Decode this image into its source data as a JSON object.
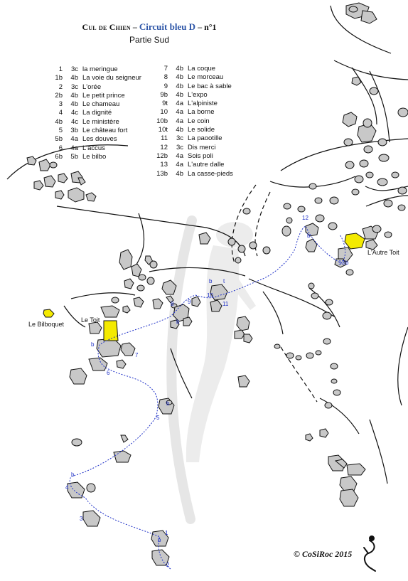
{
  "header": {
    "area": "Cul de Chien",
    "sep1": " – ",
    "circuit": "Circuit bleu D",
    "sep2": " – n°1",
    "subtitle": "Partie Sud"
  },
  "routes_left": [
    {
      "num": "1",
      "grade": "3c",
      "name": "la meringue"
    },
    {
      "num": "1b",
      "grade": "4b",
      "name": "La voie du seigneur"
    },
    {
      "num": "2",
      "grade": "3c",
      "name": "L'orée"
    },
    {
      "num": "2b",
      "grade": "4b",
      "name": "Le petit prince"
    },
    {
      "num": "3",
      "grade": "4b",
      "name": "Le chameau"
    },
    {
      "num": "4",
      "grade": "4c",
      "name": "La dignité"
    },
    {
      "num": "4b",
      "grade": "4c",
      "name": "Le ministère"
    },
    {
      "num": "5",
      "grade": "3b",
      "name": "Le château fort"
    },
    {
      "num": "5b",
      "grade": "4a",
      "name": "Les douves"
    },
    {
      "num": "6",
      "grade": "4a",
      "name": "L'accus"
    },
    {
      "num": "6b",
      "grade": "5b",
      "name": "Le bilbo"
    }
  ],
  "routes_right": [
    {
      "num": "7",
      "grade": "4b",
      "name": "La coque"
    },
    {
      "num": "8",
      "grade": "4b",
      "name": "Le morceau"
    },
    {
      "num": "9",
      "grade": "4b",
      "name": "Le bac à sable"
    },
    {
      "num": "9b",
      "grade": "4b",
      "name": "L'expo"
    },
    {
      "num": "9t",
      "grade": "4a",
      "name": "L'alpiniste"
    },
    {
      "num": "10",
      "grade": "4a",
      "name": "La borne"
    },
    {
      "num": "10b",
      "grade": "4a",
      "name": "Le coin"
    },
    {
      "num": "10t",
      "grade": "4b",
      "name": "Le solide"
    },
    {
      "num": "11",
      "grade": "3c",
      "name": "La paootille"
    },
    {
      "num": "12",
      "grade": "3c",
      "name": "Dis merci"
    },
    {
      "num": "12b",
      "grade": "4a",
      "name": "Sois poli"
    },
    {
      "num": "13",
      "grade": "4a",
      "name": "L'autre dalle"
    },
    {
      "num": "13b",
      "grade": "4b",
      "name": "La  casse-pieds"
    }
  ],
  "places": {
    "le_bilboquet": "Le Bilboquet",
    "le_toit": "Le Toit",
    "l_autre_toit": "L'Autre Toit"
  },
  "markers": [
    {
      "id": "m1",
      "text": "1"
    },
    {
      "id": "m1b",
      "text": "b"
    },
    {
      "id": "m2",
      "text": "2"
    },
    {
      "id": "m3",
      "text": "3"
    },
    {
      "id": "m4",
      "text": "4"
    },
    {
      "id": "m4b",
      "text": "b"
    },
    {
      "id": "m5",
      "text": "5"
    },
    {
      "id": "m5b",
      "text": "b"
    },
    {
      "id": "m6",
      "text": "6"
    },
    {
      "id": "m6b",
      "text": "b"
    },
    {
      "id": "m7",
      "text": "7"
    },
    {
      "id": "m8",
      "text": "8"
    },
    {
      "id": "m9",
      "text": "9"
    },
    {
      "id": "m9b",
      "text": "b"
    },
    {
      "id": "m10",
      "text": "10"
    },
    {
      "id": "m10b",
      "text": "b"
    },
    {
      "id": "m10t",
      "text": "t"
    },
    {
      "id": "m11",
      "text": "11"
    },
    {
      "id": "m12",
      "text": "12"
    },
    {
      "id": "m12b",
      "text": "b"
    },
    {
      "id": "m13",
      "text": "13"
    },
    {
      "id": "m13b",
      "text": "b"
    }
  ],
  "copyright": "© CoSiRoc 2015",
  "colors": {
    "route_line": "#1d2fc7",
    "boulder_fill": "#c8c8c8",
    "highlight_fill": "#f4ea00",
    "title_blue": "#2f57a8",
    "watermark": "#e3e3e3"
  }
}
